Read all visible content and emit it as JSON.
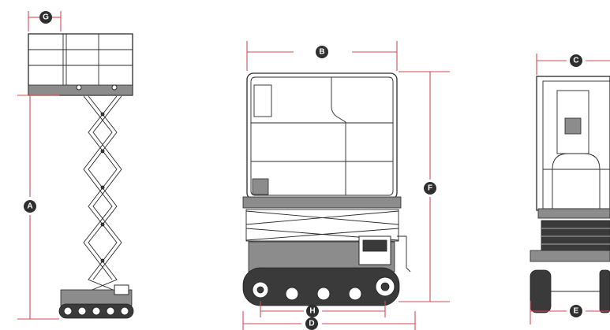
{
  "dimension_labels": {
    "A": "A",
    "B": "B",
    "C": "C",
    "D": "D",
    "E": "E",
    "F": "F",
    "G": "G",
    "H": "H"
  },
  "colors": {
    "dimension_line": "#d14b55",
    "badge": "#2f2f2f",
    "drawing": "#2a2a2a"
  }
}
